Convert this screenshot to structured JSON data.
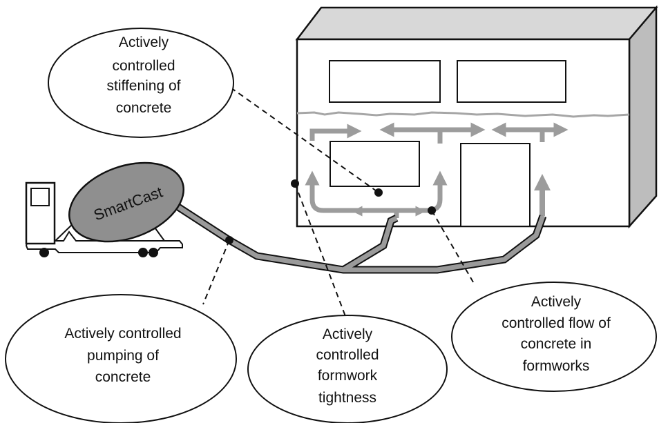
{
  "truck": {
    "label": "SmartCast"
  },
  "callouts": {
    "stiffening": [
      "Actively",
      "controlled",
      "stiffening of",
      "concrete"
    ],
    "pumping": [
      "Actively controlled",
      "pumping of",
      "concrete"
    ],
    "tightness": [
      "Actively",
      "controlled",
      "formwork",
      "tightness"
    ],
    "flow": [
      "Actively",
      "controlled flow of",
      "concrete in",
      "formworks"
    ]
  },
  "colors": {
    "outline": "#111111",
    "pipe_fill": "#9a9a9a",
    "arrow_gray": "#9c9c9c",
    "building_top": "#d8d8d8",
    "building_side": "#bdbdbd",
    "drum_fill": "#8f8f8f",
    "crack_line": "#a6a6a6"
  }
}
